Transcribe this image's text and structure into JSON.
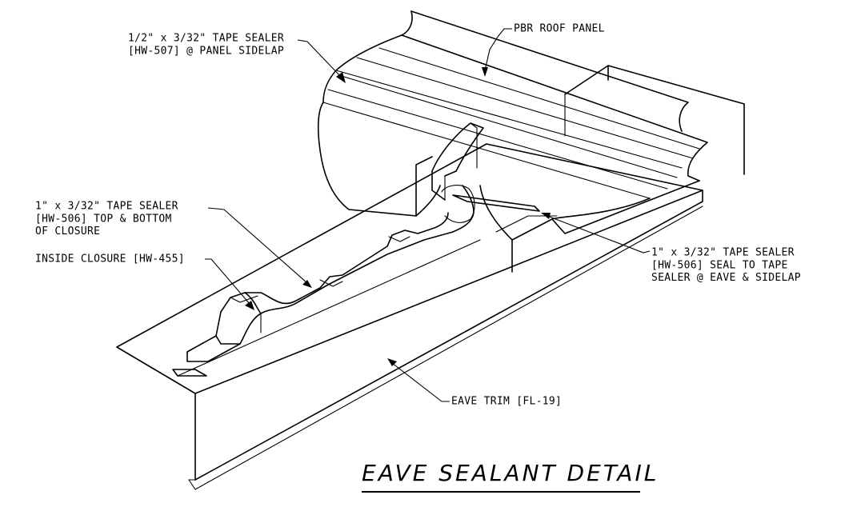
{
  "title": "EAVE SEALANT DETAIL",
  "labels": {
    "pbr_roof_panel": "PBR ROOF PANEL",
    "sidelap_sealer": [
      "1/2\" x 3/32\" TAPE SEALER",
      "[HW-507] @ PANEL SIDELAP"
    ],
    "closure_sealer": [
      "1\" x 3/32\" TAPE SEALER",
      "[HW-506] TOP & BOTTOM",
      "OF CLOSURE"
    ],
    "inside_closure": "INSIDE CLOSURE [HW-455]",
    "eave_sealer": [
      "1\" x 3/32\" TAPE SEALER",
      "[HW-506] SEAL TO TAPE",
      "SEALER @ EAVE & SIDELAP"
    ],
    "eave_trim": "EAVE TRIM [FL-19]"
  }
}
